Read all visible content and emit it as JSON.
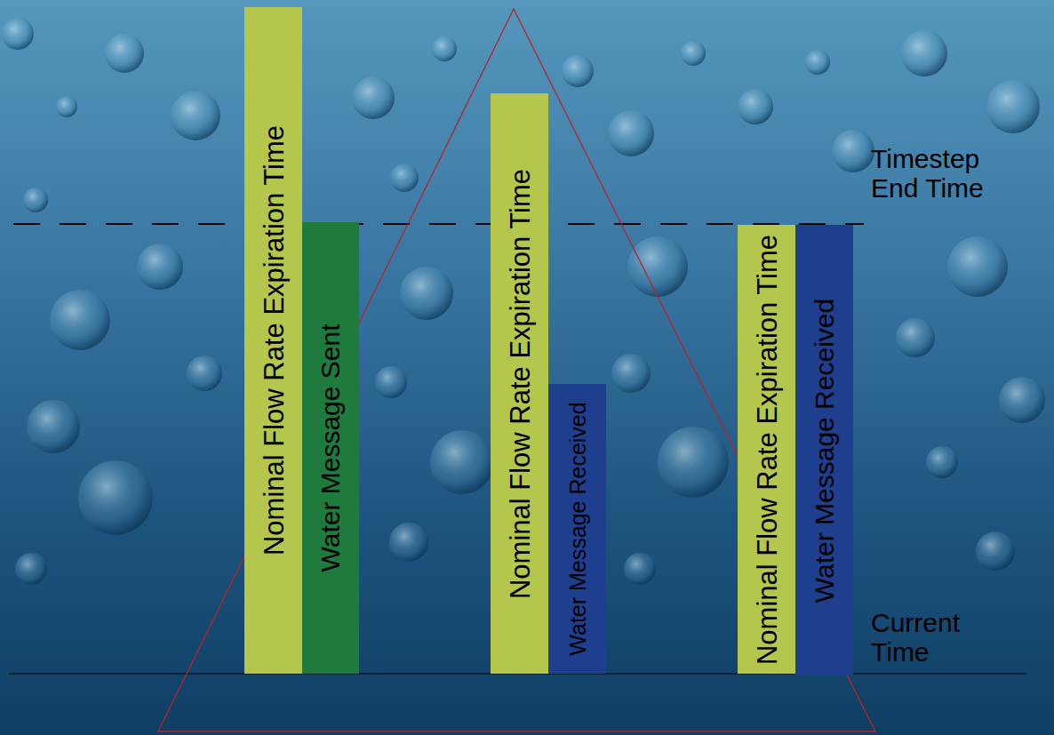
{
  "diagram": {
    "nodes": [
      {
        "text": [
          "Nominal Flow Rate Expiration Time"
        ]
      },
      {
        "text": [
          "Water Message Sent"
        ]
      },
      {
        "text": [
          "Nominal Flow Rate Expiration Time"
        ]
      },
      {
        "text": [
          "Water Message Received"
        ]
      },
      {
        "text": [
          "Nominal Flow Rate Expiration Time"
        ]
      },
      {
        "text": [
          "Water Message Received"
        ]
      }
    ],
    "labels": [
      "Timestep End Time",
      "Current Time"
    ]
  }
}
